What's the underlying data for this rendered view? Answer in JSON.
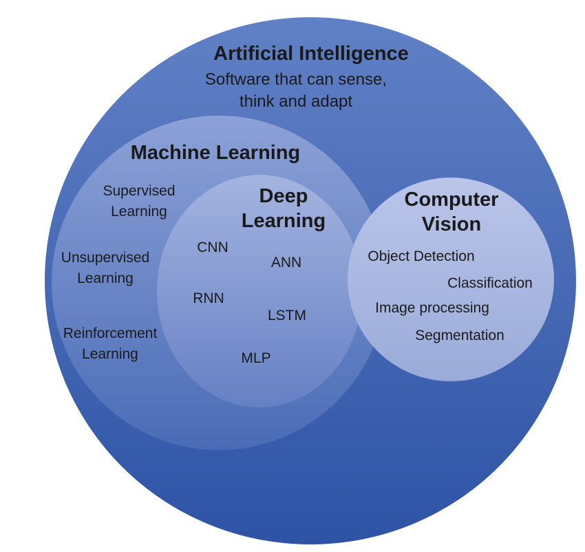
{
  "colors": {
    "background": "#ffffff",
    "text": "#1a1a1a",
    "ai_top": "#6181c6",
    "ai_bottom": "#2e53a5",
    "ml_top": "#8ca1d7",
    "ml_bottom": "#4a6cb6",
    "dl_top": "#a4b4e0",
    "dl_bottom": "#6580c4",
    "cv_top": "#bac5e9",
    "cv_bottom": "#9aabd9"
  },
  "diagram": {
    "ai": {
      "title": "Artificial Intelligence",
      "subtitle": "Software that can sense,\nthink and adapt"
    },
    "ml": {
      "title": "Machine Learning",
      "items": {
        "supervised": "Supervised\nLearning",
        "unsupervised": "Unsupervised\nLearning",
        "reinforcement": "Reinforcement\nLearning"
      }
    },
    "dl": {
      "title": "Deep\nLearning",
      "items": {
        "cnn": "CNN",
        "ann": "ANN",
        "rnn": "RNN",
        "lstm": "LSTM",
        "mlp": "MLP"
      }
    },
    "cv": {
      "title": "Computer\nVision",
      "items": {
        "object_detection": "Object Detection",
        "classification": "Classification",
        "image_processing": "Image processing",
        "segmentation": "Segmentation"
      }
    }
  }
}
